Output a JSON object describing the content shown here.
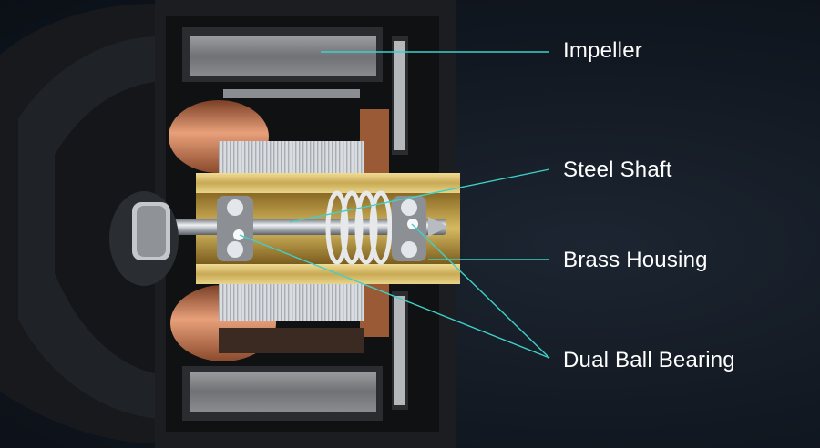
{
  "labels": {
    "impeller": "Impeller",
    "steel_shaft": "Steel Shaft",
    "brass_housing": "Brass Housing",
    "dual_ball_bearing": "Dual Ball Bearing"
  },
  "colors": {
    "background": "#0e141d",
    "leader_line": "#3fd0c9",
    "label_text": "#ffffff",
    "brass": "#d9c27a",
    "copper": "#c9845f",
    "steel": "#c9ced4"
  }
}
